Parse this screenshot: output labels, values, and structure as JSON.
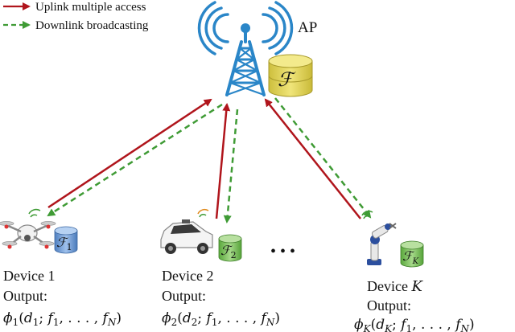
{
  "colors": {
    "uplink": "#b0151c",
    "downlink": "#3f9b35",
    "tower": "#2a86c8",
    "ap_db": "#e8dc62",
    "device_db": "#7fc45a",
    "device1_db": "#6fa0d8"
  },
  "legend": {
    "uplink_label": "Uplink multiple access",
    "downlink_label": "Downlink broadcasting"
  },
  "ap": {
    "label": "AP",
    "icon": "antenna-tower-icon",
    "db_symbol": "ℱ"
  },
  "devices": [
    {
      "name": "Device 1",
      "output_label": "Output:",
      "icon": "drone-icon",
      "db_main": "ℱ",
      "db_sub": "1",
      "fn_main": "ϕ",
      "fn_sub": "1",
      "fn_open": "(",
      "d_main": "d",
      "d_sub": "1",
      "fn_rest": "; ",
      "f1_main": "f",
      "f1_sub": "1",
      "dots": ", . . . , ",
      "fN_main": "f",
      "fN_sub": "N",
      "fn_close": ")"
    },
    {
      "name": "Device 2",
      "output_label": "Output:",
      "icon": "car-icon",
      "db_main": "ℱ",
      "db_sub": "2",
      "fn_main": "ϕ",
      "fn_sub": "2",
      "fn_open": "(",
      "d_main": "d",
      "d_sub": "2",
      "fn_rest": "; ",
      "f1_main": "f",
      "f1_sub": "1",
      "dots": ", . . . , ",
      "fN_main": "f",
      "fN_sub": "N",
      "fn_close": ")"
    },
    {
      "name_prefix": "Device ",
      "name_var": "K",
      "output_label": "Output:",
      "icon": "robot-icon",
      "db_main": "ℱ",
      "db_sub": "K",
      "fn_main": "ϕ",
      "fn_sub": "K",
      "fn_open": "(",
      "d_main": "d",
      "d_sub": "K",
      "fn_rest": "; ",
      "f1_main": "f",
      "f1_sub": "1",
      "dots": ", . . . , ",
      "fN_main": "f",
      "fN_sub": "N",
      "fn_close": ")"
    }
  ],
  "ellipsis": "• • •"
}
